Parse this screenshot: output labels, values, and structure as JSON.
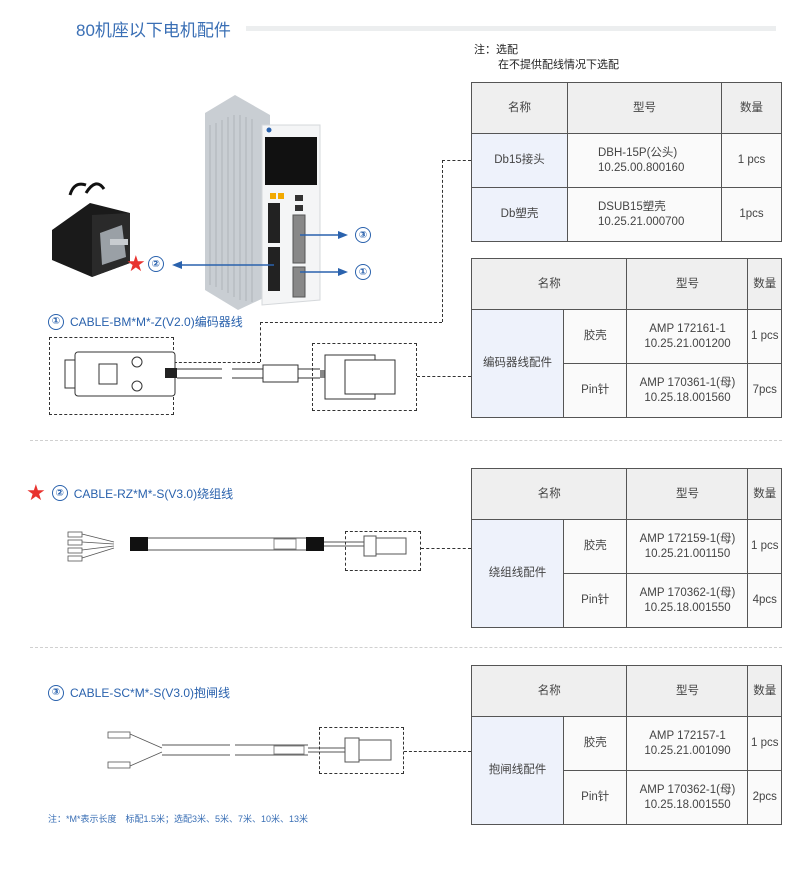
{
  "page": {
    "title": "80机座以下电机配件",
    "note_line1": "注：选配",
    "note_line2": "在不提供配线情况下选配",
    "footnote": "注：*M*表示长度　标配1.5米；选配3米、5米、7米、10米、13米",
    "accent_color": "#3a6fb5",
    "star_color": "#e8332f"
  },
  "diagram": {
    "labels": [
      {
        "marker": "②",
        "starred": true
      },
      {
        "marker": "③",
        "starred": false
      },
      {
        "marker": "①",
        "starred": false
      }
    ]
  },
  "cables": [
    {
      "marker": "①",
      "name": "CABLE-BM*M*-Z(V2.0)编码器线",
      "starred": false
    },
    {
      "marker": "②",
      "name": "CABLE-RZ*M*-S(V3.0)绕组线",
      "starred": true
    },
    {
      "marker": "③",
      "name": "CABLE-SC*M*-S(V3.0)抱闸线",
      "starred": false
    }
  ],
  "tables": {
    "db15": {
      "headers": [
        "名称",
        "型号",
        "数量"
      ],
      "rows": [
        {
          "name": "Db15接头",
          "model1": "DBH-15P(公头)",
          "model2": "10.25.00.800160",
          "qty": "1 pcs"
        },
        {
          "name": "Db塑壳",
          "model1": "DSUB15塑壳",
          "model2": "10.25.21.000700",
          "qty": "1pcs"
        }
      ]
    },
    "encoder": {
      "headers": [
        "名称",
        "型号",
        "数量"
      ],
      "group": "编码器线配件",
      "rows": [
        {
          "part": "胶壳",
          "model1": "AMP 172161-1",
          "model2": "10.25.21.001200",
          "qty": "1 pcs"
        },
        {
          "part": "Pin针",
          "model1": "AMP 170361-1(母)",
          "model2": "10.25.18.001560",
          "qty": "7pcs"
        }
      ]
    },
    "winding": {
      "headers": [
        "名称",
        "型号",
        "数量"
      ],
      "group": "绕组线配件",
      "rows": [
        {
          "part": "胶壳",
          "model1": "AMP 172159-1(母)",
          "model2": "10.25.21.001150",
          "qty": "1 pcs"
        },
        {
          "part": "Pin针",
          "model1": "AMP 170362-1(母)",
          "model2": "10.25.18.001550",
          "qty": "4pcs"
        }
      ]
    },
    "brake": {
      "headers": [
        "名称",
        "型号",
        "数量"
      ],
      "group": "抱闸线配件",
      "rows": [
        {
          "part": "胶壳",
          "model1": "AMP  172157-1",
          "model2": "10.25.21.001090",
          "qty": "1 pcs"
        },
        {
          "part": "Pin针",
          "model1": "AMP 170362-1(母)",
          "model2": "10.25.18.001550",
          "qty": "2pcs"
        }
      ]
    }
  }
}
